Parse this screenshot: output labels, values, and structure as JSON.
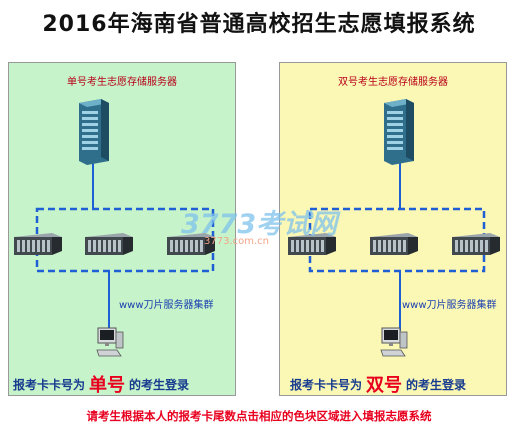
{
  "title": "2016年海南省普通高校招生志愿填报系统",
  "panels": {
    "odd": {
      "server_label": "单号考生志愿存储服务器",
      "blade_group_label": "www刀片服务器集群",
      "login_prefix": "报考卡卡号为",
      "login_keyword": "单号",
      "login_suffix": "的考生登录"
    },
    "even": {
      "server_label": "双号考生志愿存储服务器",
      "blade_group_label": "www刀片服务器集群",
      "login_prefix": "报考卡卡号为",
      "login_keyword": "双号",
      "login_suffix": "的考生登录"
    }
  },
  "watermark": {
    "main": "3773考试网",
    "sub": "3773.com.cn"
  },
  "footer": "请考生根据本人的报考卡尾数点击相应的色块区域进入填报志愿系统",
  "colors": {
    "odd_panel": "#c6f3c9",
    "even_panel": "#fbf7b4",
    "link_line": "#1e5fd6",
    "keyword": "#e8001e",
    "tower": "#2f6f8c"
  }
}
